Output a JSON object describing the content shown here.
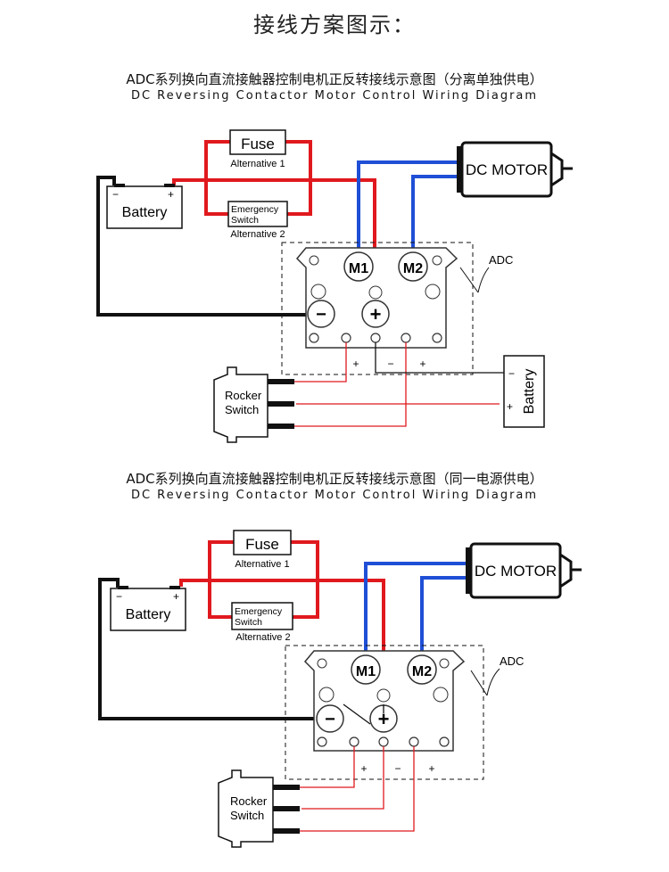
{
  "page": {
    "title": "接线方案图示："
  },
  "diagrams": [
    {
      "cn_title": "ADC系列换向直流接触器控制电机正反转接线示意图（分离单独供电）",
      "en_title": "DC Reversing Contactor Motor Control Wiring Diagram",
      "fuse_label": "Fuse",
      "alt1_label": "Alternative 1",
      "emergency_switch_line1": "Emergency",
      "emergency_switch_line2": "Switch",
      "alt2_label": "Alternative 2",
      "battery_label": "Battery",
      "battery_minus": "−",
      "battery_plus": "+",
      "motor_label": "DC MOTOR",
      "m1_label": "M1",
      "m2_label": "M2",
      "adc_label": "ADC",
      "terminal_minus": "−",
      "terminal_plus": "+",
      "coil_plus_1": "+",
      "coil_minus": "−",
      "coil_plus_2": "+",
      "rocker_line1": "Rocker",
      "rocker_line2": "Switch",
      "control_battery_label": "Battery",
      "control_battery_minus": "−",
      "control_battery_plus": "+"
    },
    {
      "cn_title": "ADC系列换向直流接触器控制电机正反转接线示意图（同一电源供电）",
      "en_title": "DC Reversing Contactor Motor Control Wiring Diagram",
      "fuse_label": "Fuse",
      "alt1_label": "Alternative 1",
      "emergency_switch_line1": "Emergency",
      "emergency_switch_line2": "Switch",
      "alt2_label": "Alternative 2",
      "battery_label": "Battery",
      "battery_minus": "−",
      "battery_plus": "+",
      "motor_label": "DC MOTOR",
      "m1_label": "M1",
      "m2_label": "M2",
      "adc_label": "ADC",
      "terminal_minus": "−",
      "terminal_plus": "+",
      "coil_plus_1": "+",
      "coil_minus": "−",
      "coil_plus_2": "+",
      "rocker_line1": "Rocker",
      "rocker_line2": "Switch"
    }
  ],
  "colors": {
    "power_wire": "#e0191e",
    "motor_wire": "#1f4fd6",
    "ground_wire": "#111111",
    "signal_wire": "#e0191e"
  }
}
